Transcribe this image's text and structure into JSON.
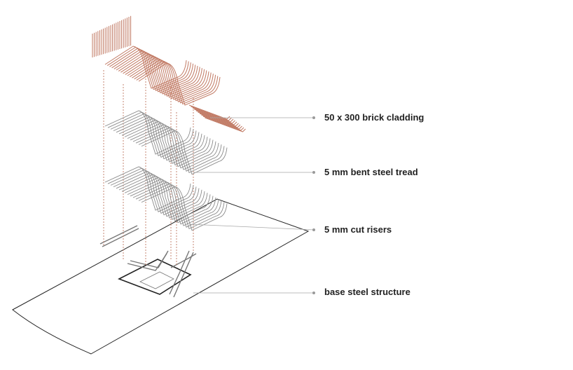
{
  "diagram": {
    "labels": [
      {
        "id": "cladding",
        "text": "50 x 300 brick cladding"
      },
      {
        "id": "tread",
        "text": "5 mm bent steel tread"
      },
      {
        "id": "risers",
        "text": "5 mm cut risers"
      },
      {
        "id": "base",
        "text": "base steel structure"
      }
    ],
    "colors": {
      "cladding": "#c07862",
      "steel": "#8a8a8a",
      "outline": "#222222",
      "leader": "#a8a8a8"
    }
  }
}
